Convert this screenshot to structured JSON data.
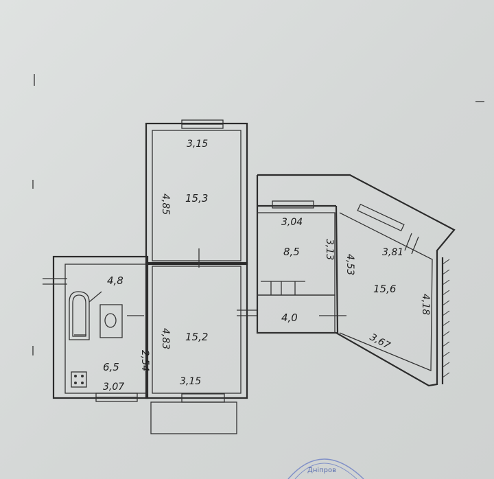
{
  "dimensions": {
    "room_top_width": "3,15",
    "room_top_height": "4,85",
    "kitchen_width": "3,07",
    "kitchen_height": "2,54",
    "room_bottom_height": "4,83",
    "room_bottom_width": "3,15",
    "small_room_width": "3,04",
    "small_room_height": "3,13",
    "right_room_left": "4,53",
    "right_room_top": "3,81",
    "right_room_right": "4,18",
    "right_room_bottom": "3,67"
  },
  "areas": {
    "room_top": "15,3",
    "hall": "4,8",
    "room_bottom": "15,2",
    "kitchen": "6,5",
    "small_room": "8,5",
    "corridor": "4,0",
    "right_room": "15,6"
  },
  "stamp": {
    "text": "Дніпров"
  },
  "colors": {
    "paper": "#d9dcdb",
    "ink": "#2b2b2b",
    "stamp": "#5b6fb0"
  }
}
